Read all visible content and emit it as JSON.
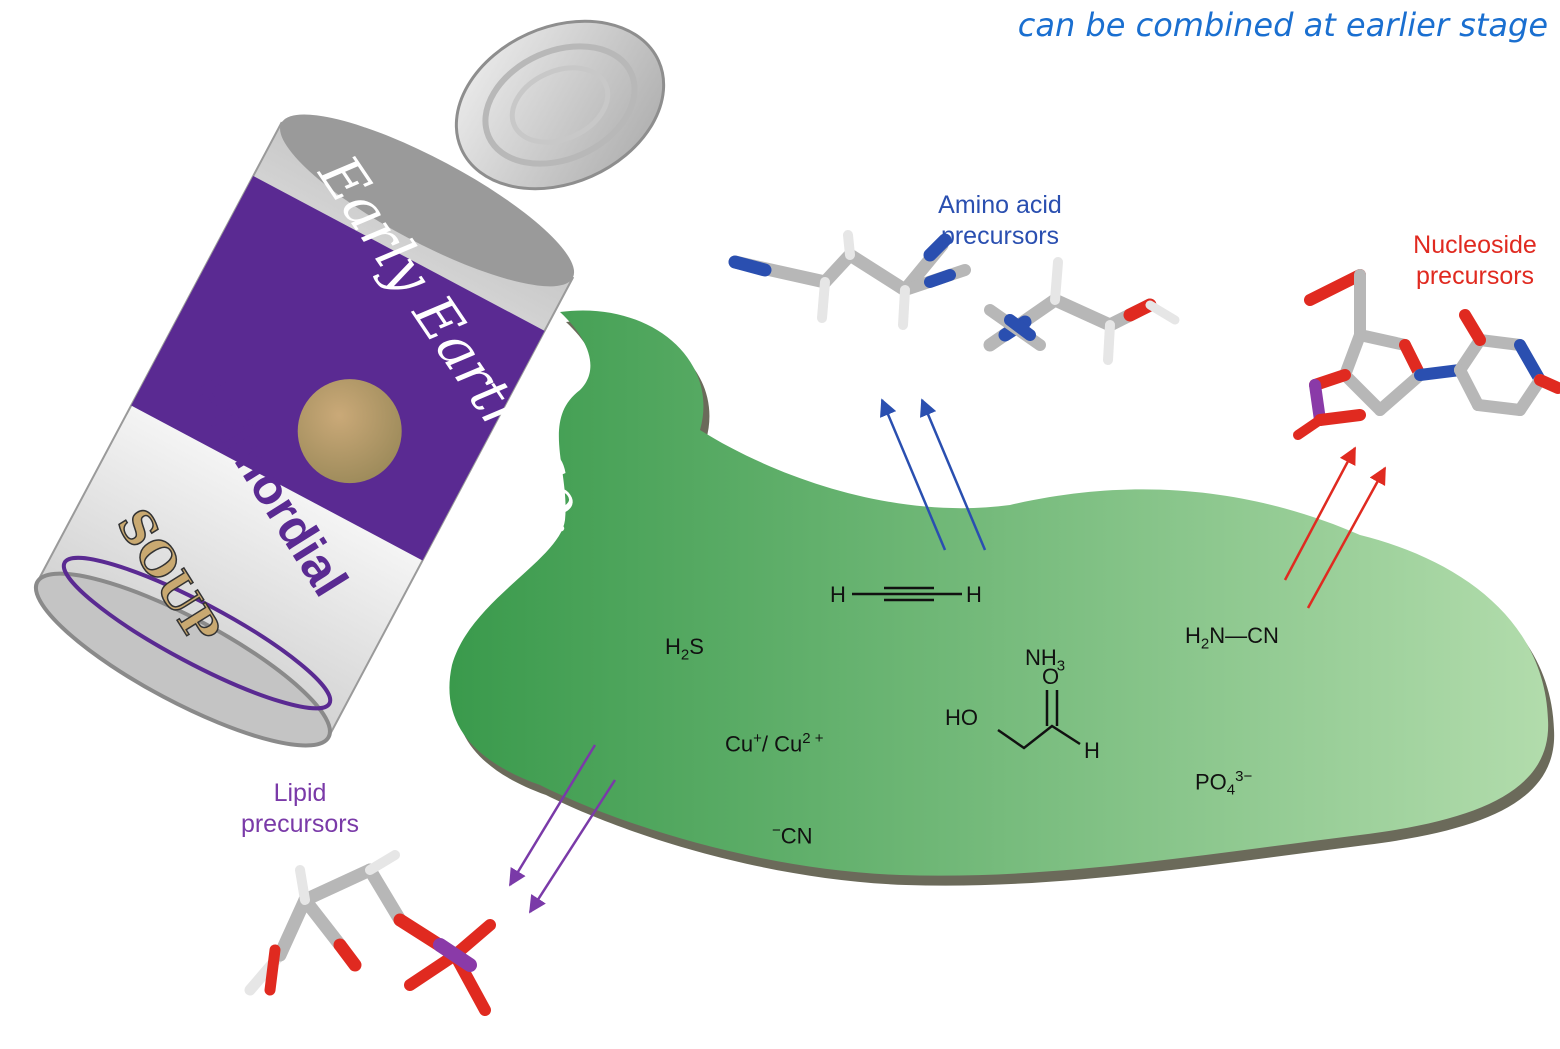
{
  "caption": "can be combined at earlier stage",
  "can": {
    "brand": "Early Earth Co.",
    "name": "Primordial",
    "label": "SOUP",
    "colors": {
      "band": "#5a2a92",
      "medallion": "#b89a6a",
      "body": "#eeeeee"
    }
  },
  "groups": {
    "amino": {
      "line1": "Amino acid",
      "line2": "precursors",
      "color": "#2a4fb0"
    },
    "nucleoside": {
      "line1": "Nucleoside",
      "line2": "precursors",
      "color": "#e02a20"
    },
    "lipid": {
      "line1": "Lipid",
      "line2": "precursors",
      "color": "#7a3aa8"
    }
  },
  "chemicals": {
    "h2s": {
      "main": "H",
      "sub": "2",
      "tail": "S"
    },
    "nh3": {
      "main": "NH",
      "sub": "3"
    },
    "cyanamide": {
      "h": "H",
      "sub": "2",
      "rest": "N—CN"
    },
    "copper": {
      "text1": "Cu",
      "sup1": "+",
      "text2": "/ Cu",
      "sup2": "2 +"
    },
    "phosphate": {
      "main": "PO",
      "sub": "4",
      "sup": "3−"
    },
    "cyanide": {
      "sup": "−",
      "main": "CN"
    },
    "acetylene": {
      "left": "H",
      "right": "H"
    },
    "glycolaldehyde": {
      "ho": "HO",
      "o": "O",
      "h": "H"
    }
  },
  "palette": {
    "soup_dark": "#3a9a4c",
    "soup_light": "#b2dcac",
    "bond": "#b7b7b7",
    "oxygen": "#e02a20",
    "nitrogen": "#2a4fb0",
    "phosphorus": "#8a3aa8"
  }
}
